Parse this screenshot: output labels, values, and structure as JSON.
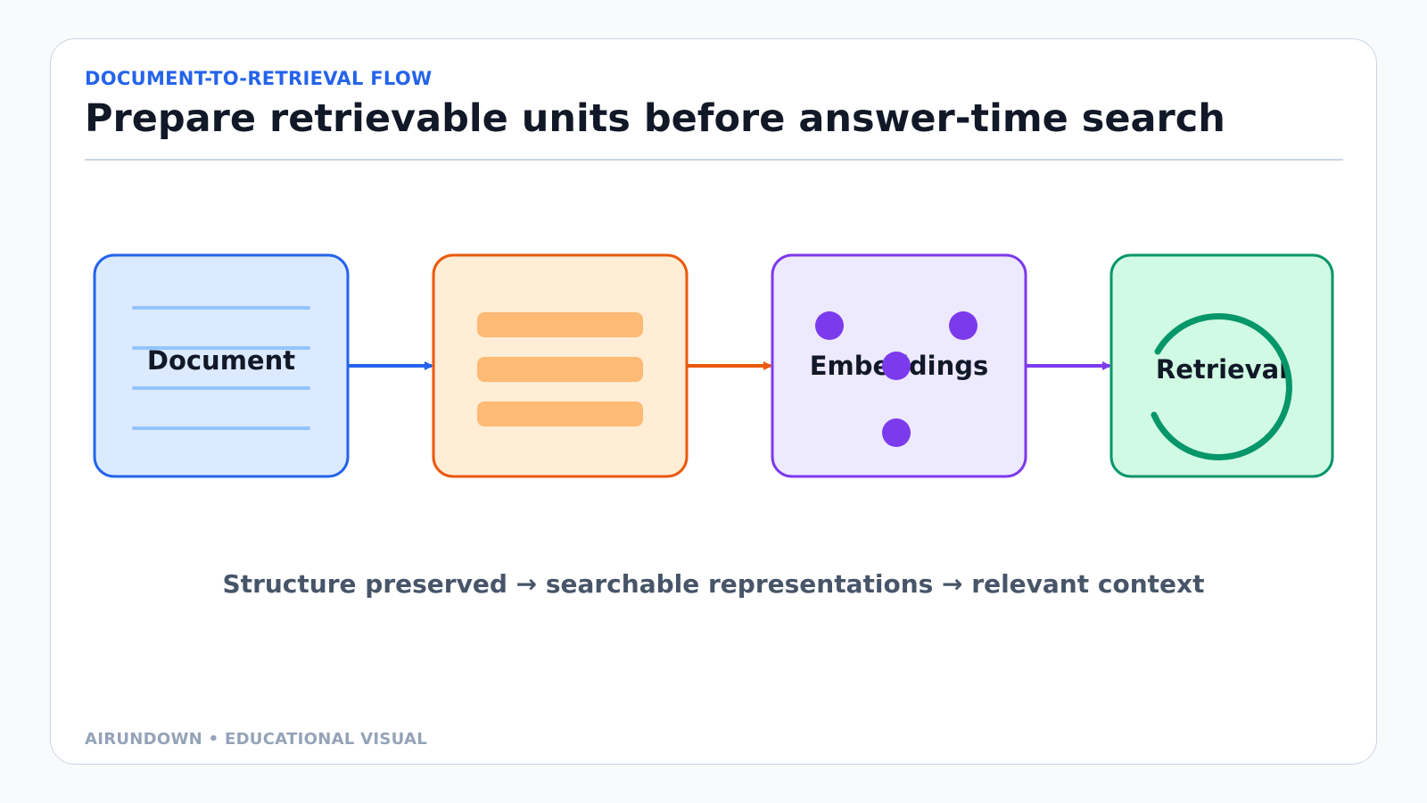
{
  "header": {
    "eyebrow": "DOCUMENT-TO-RETRIEVAL FLOW",
    "title": "Prepare retrievable units before answer-time search"
  },
  "stages": [
    {
      "label": "Document",
      "icon": "document-lines-icon",
      "border_color": "#2563eb",
      "fill_color": "#dbeafe",
      "accent_color": "#93c5fd"
    },
    {
      "label": "",
      "icon": "chunks-icon",
      "border_color": "#ea580c",
      "fill_color": "#ffedd5",
      "accent_color": "#fdba74"
    },
    {
      "label": "Embeddings",
      "icon": "embedding-points-icon",
      "border_color": "#7c3aed",
      "fill_color": "#ede9fe",
      "accent_color": "#7c3aed"
    },
    {
      "label": "Retrieval",
      "icon": "retrieval-arc-icon",
      "border_color": "#059669",
      "fill_color": "#d1fae5",
      "accent_color": "#059669"
    }
  ],
  "connectors": [
    {
      "color": "#2563eb"
    },
    {
      "color": "#ea580c"
    },
    {
      "color": "#7c3aed"
    }
  ],
  "caption": "Structure preserved → searchable representations → relevant context",
  "footer": "AIRUNDOWN • EDUCATIONAL VISUAL"
}
